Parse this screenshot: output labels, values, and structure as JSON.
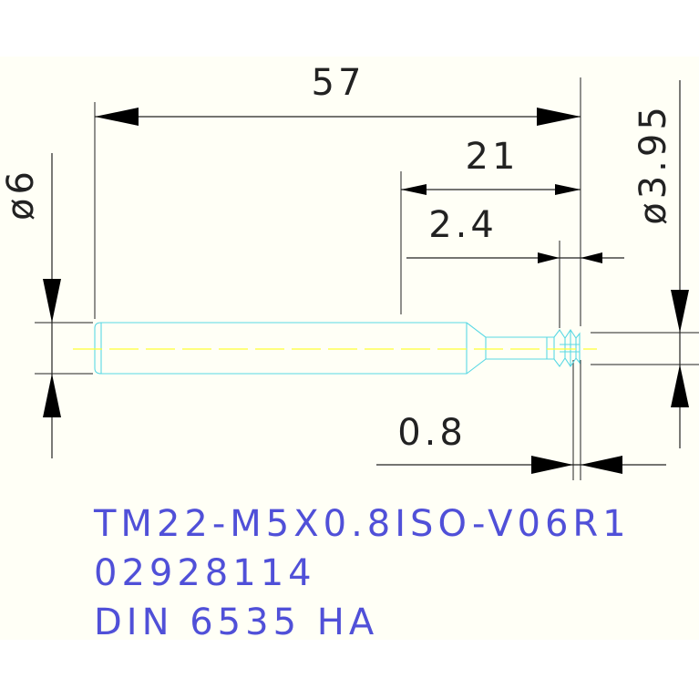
{
  "colors": {
    "background": "#ffffff",
    "sheet": "#fffff6",
    "dimension_lines": "#222222",
    "tool_outline": "#59d8e4",
    "centerline": "#ffff33",
    "spec_text": "#5050d8"
  },
  "dimensions": {
    "overall_length": "57",
    "neck_length": "21",
    "thread_length": "2.4",
    "pitch": "0.8",
    "shank_diameter": "ø6",
    "neck_diameter": "ø3.95"
  },
  "spec": {
    "part_number": "TM22-M5X0.8ISO-V06R1",
    "order_code": "02928114",
    "standard": "DIN 6535 HA"
  }
}
